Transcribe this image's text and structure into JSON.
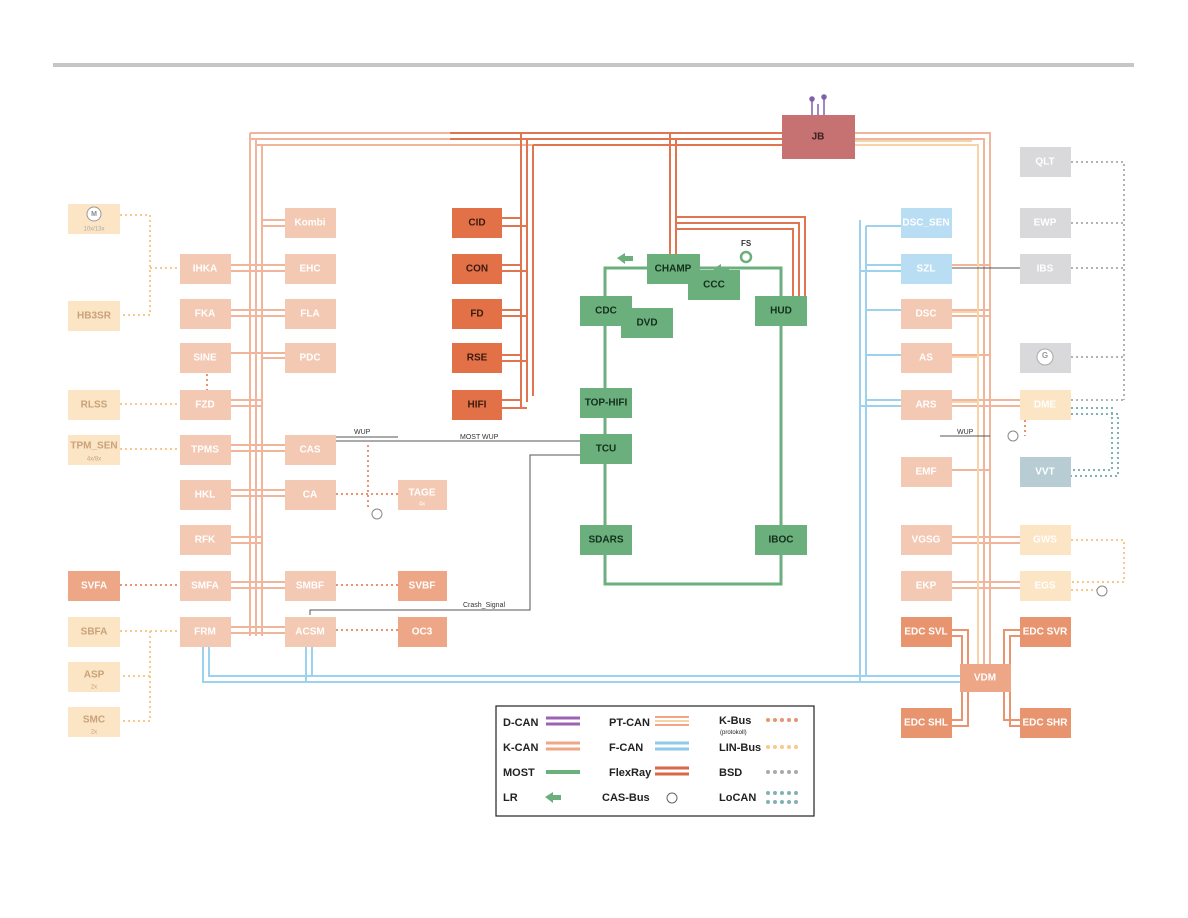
{
  "colors": {
    "pale_orange": "#F3C9B3",
    "salmon": "#EDA686",
    "orange_red": "#E37148",
    "pale_yellow": "#FBE5C4",
    "green": "#6BAF7C",
    "rose": "#C77272",
    "light_blue": "#B9DDF3",
    "grey_blue": "#B7CDD3",
    "grey": "#D9D9DB",
    "kcan": "#F0B59A",
    "most": "#6BAF7C",
    "fcan": "#8CCBEA",
    "ptcan": "#F2C49C",
    "flexray": "#D9664A",
    "dcan": "#9B63B3"
  },
  "nodes": {
    "jb": "JB",
    "kombi": "Kombi",
    "ihka": "IHKA",
    "ehc": "EHC",
    "fka": "FKA",
    "fla": "FLA",
    "sine": "SINE",
    "pdc": "PDC",
    "rlss": "RLSS",
    "fzd": "FZD",
    "tpm_sen": "TPM_SEN",
    "tpm_sen_sub": "4x/8x",
    "tpms": "TPMS",
    "cas": "CAS",
    "hkl": "HKL",
    "ca": "CA",
    "tage": "TAGE",
    "tage_sub": "4x",
    "rfk": "RFK",
    "svfa": "SVFA",
    "smfa": "SMFA",
    "smbf": "SMBF",
    "svbf": "SVBF",
    "sbfa": "SBFA",
    "frm": "FRM",
    "acsm": "ACSM",
    "oc3": "OC3",
    "asp": "ASP",
    "asp_sub": "2x",
    "smc": "SMC",
    "smc_sub": "2x",
    "motor_sub": "10x/13x",
    "hb3sr": "HB3SR",
    "cid": "CID",
    "con": "CON",
    "fd": "FD",
    "rse": "RSE",
    "hifi": "HIFI",
    "champ": "CHAMP",
    "ccc": "CCC",
    "fs": "FS",
    "cdc": "CDC",
    "dvd": "DVD",
    "hud": "HUD",
    "top_hifi": "TOP-HIFI",
    "tcu": "TCU",
    "sdars": "SDARS",
    "iboc": "IBOC",
    "dsc_sen": "DSC_SEN",
    "szl": "SZL",
    "dsc": "DSC",
    "as": "AS",
    "ars": "ARS",
    "emf": "EMF",
    "vgsg": "VGSG",
    "ekp": "EKP",
    "edc_svl": "EDC SVL",
    "edc_svr": "EDC SVR",
    "vdm": "VDM",
    "edc_shl": "EDC SHL",
    "edc_shr": "EDC SHR",
    "qlt": "QLT",
    "ewp": "EWP",
    "ibs": "IBS",
    "g_icon": "G",
    "dme": "DME",
    "vvt": "VVT",
    "gws": "GWS",
    "egs": "EGS"
  },
  "labels": {
    "wup_left": "WUP",
    "most_wup": "MOST WUP",
    "wup_right": "WUP",
    "crash_signal": "Crash_Signal"
  },
  "legend": {
    "dcan": "D-CAN",
    "kcan": "K-CAN",
    "most": "MOST",
    "lr": "LR",
    "ptcan": "PT-CAN",
    "fcan": "F-CAN",
    "flexray": "FlexRay",
    "casbus": "CAS-Bus",
    "kbus": "K-Bus",
    "kbus_sub": "(protokoll)",
    "linbus": "LIN-Bus",
    "bsd": "BSD",
    "locan": "LoCAN"
  }
}
